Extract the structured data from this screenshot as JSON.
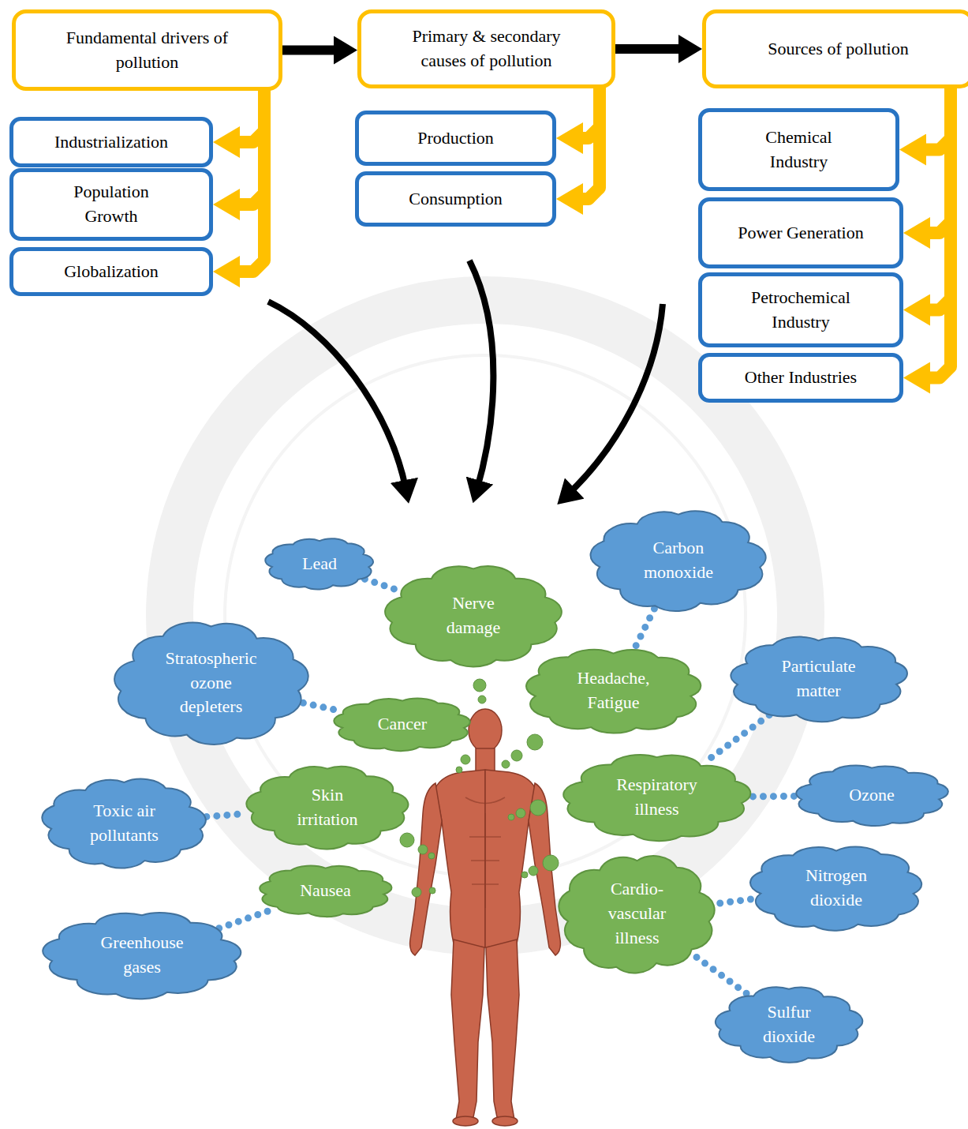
{
  "diagram": {
    "nodes": [
      {
        "text": [
          "Fundamental drivers of pollution"
        ]
      },
      {
        "text": [
          "Industrialization"
        ]
      },
      {
        "text": [
          "Population Growth"
        ]
      },
      {
        "text": [
          "Globalization"
        ]
      },
      {
        "text": [
          "Primary & secondary causes of pollution"
        ]
      },
      {
        "text": [
          "Production"
        ]
      },
      {
        "text": [
          "Consumption"
        ]
      },
      {
        "text": [
          "Sources of pollution"
        ]
      },
      {
        "text": [
          "Chemical Industry"
        ]
      },
      {
        "text": [
          "Power Generation"
        ]
      },
      {
        "text": [
          "Petrochemical Industry"
        ]
      },
      {
        "text": [
          "Other Industries"
        ]
      },
      {
        "text": [
          "Lead"
        ]
      },
      {
        "text": [
          "Carbon monoxide"
        ]
      },
      {
        "text": [
          "Nerve damage"
        ]
      },
      {
        "text": [
          "Stratospheric ozone depleters"
        ]
      },
      {
        "text": [
          "Particulate matter"
        ]
      },
      {
        "text": [
          "Headache, Fatigue"
        ]
      },
      {
        "text": [
          "Cancer"
        ]
      },
      {
        "text": [
          "Toxic air pollutants"
        ]
      },
      {
        "text": [
          "Skin irritation"
        ]
      },
      {
        "text": [
          "Respiratory illness"
        ]
      },
      {
        "text": [
          "Ozone"
        ]
      },
      {
        "text": [
          "Nausea"
        ]
      },
      {
        "text": [
          "Nitrogen dioxide"
        ]
      },
      {
        "text": [
          "Cardio-vascular illness"
        ]
      },
      {
        "text": [
          "Greenhouse gases"
        ]
      },
      {
        "text": [
          "Sulfur dioxide"
        ]
      }
    ],
    "edges": [
      {
        "from": 0,
        "to": 4,
        "arrow": "to"
      },
      {
        "from": 4,
        "to": 7,
        "arrow": "to"
      },
      {
        "from": 0,
        "to": 1,
        "arrow": "to"
      },
      {
        "from": 0,
        "to": 2,
        "arrow": "to"
      },
      {
        "from": 0,
        "to": 3,
        "arrow": "to"
      },
      {
        "from": 4,
        "to": 5,
        "arrow": "to"
      },
      {
        "from": 4,
        "to": 6,
        "arrow": "to"
      },
      {
        "from": 7,
        "to": 8,
        "arrow": "to"
      },
      {
        "from": 7,
        "to": 9,
        "arrow": "to"
      },
      {
        "from": 7,
        "to": 10,
        "arrow": "to"
      },
      {
        "from": 7,
        "to": 11,
        "arrow": "to"
      },
      {
        "from": 12,
        "to": 14,
        "arrow": "none"
      },
      {
        "from": 13,
        "to": 17,
        "arrow": "none"
      },
      {
        "from": 15,
        "to": 18,
        "arrow": "none"
      },
      {
        "from": 16,
        "to": 21,
        "arrow": "none"
      },
      {
        "from": 22,
        "to": 21,
        "arrow": "none"
      },
      {
        "from": 19,
        "to": 20,
        "arrow": "none"
      },
      {
        "from": 26,
        "to": 23,
        "arrow": "none"
      },
      {
        "from": 24,
        "to": 25,
        "arrow": "none"
      },
      {
        "from": 27,
        "to": 25,
        "arrow": "none"
      }
    ]
  }
}
